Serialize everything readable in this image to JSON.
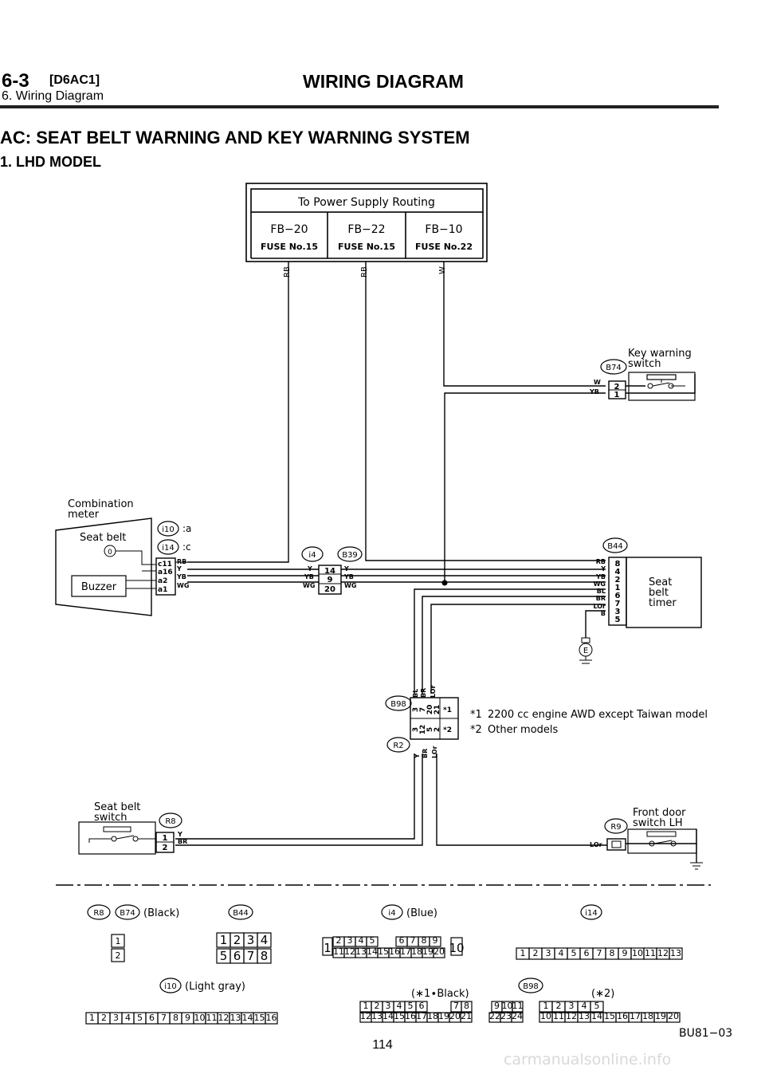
{
  "header": {
    "section": "6-3",
    "code": "[D6AC1]",
    "title": "WIRING DIAGRAM",
    "subtitle": "6. Wiring Diagram"
  },
  "section_title": "AC: SEAT BELT WARNING AND KEY WARNING SYSTEM",
  "section_sub": "1. LHD MODEL",
  "power": {
    "routing": "To Power Supply Routing",
    "fuses": [
      {
        "fb": "FB−20",
        "fuse": "FUSE No.15",
        "wire": "RB"
      },
      {
        "fb": "FB−22",
        "fuse": "FUSE No.15",
        "wire": "RB"
      },
      {
        "fb": "FB−10",
        "fuse": "FUSE No.22",
        "wire": "W"
      }
    ]
  },
  "components": {
    "key_switch": [
      "Key warning",
      "switch"
    ],
    "combination_meter": [
      "Combination",
      "meter"
    ],
    "seat_belt_ind": "Seat belt",
    "buzzer": "Buzzer",
    "seat_belt_timer": [
      "Seat",
      "belt",
      "timer"
    ],
    "seat_belt_switch": [
      "Seat belt",
      "switch"
    ],
    "front_door_switch": [
      "Front door",
      "switch LH"
    ]
  },
  "connectors": {
    "b74": "B74",
    "i10": "i10",
    "i14": "i14",
    "i4": "i4",
    "b39": "B39",
    "b44": "B44",
    "b98": "B98",
    "r2": "R2",
    "r8": "R8",
    "r9": "R9",
    "e": "E",
    "i10_suffix": ":a",
    "i14_suffix": ":c"
  },
  "wires": {
    "b74": [
      {
        "color": "W",
        "pin": "2"
      },
      {
        "color": "YB",
        "pin": "1"
      }
    ],
    "meter": [
      {
        "color": "RB",
        "pin": "c11"
      },
      {
        "color": "Y",
        "pin": "a16"
      },
      {
        "color": "YB",
        "pin": "a2"
      },
      {
        "color": "WG",
        "pin": "a1"
      }
    ],
    "i4_b39": [
      {
        "color": "Y",
        "pin": "14"
      },
      {
        "color": "YB",
        "pin": "9"
      },
      {
        "color": "WG",
        "pin": "20"
      }
    ],
    "b44": [
      {
        "color": "RB",
        "pin": "8"
      },
      {
        "color": "Y",
        "pin": "4"
      },
      {
        "color": "YB",
        "pin": "2"
      },
      {
        "color": "WG",
        "pin": "1"
      },
      {
        "color": "BL",
        "pin": "6"
      },
      {
        "color": "BR",
        "pin": "7"
      },
      {
        "color": "LOr",
        "pin": "3"
      },
      {
        "color": "B",
        "pin": "5"
      }
    ],
    "b98_top": [
      "BL",
      "BR",
      "LOr"
    ],
    "b98_pins_a": [
      "3",
      "7",
      "20",
      "21"
    ],
    "b98_pins_b": [
      "3",
      "12",
      "5",
      "2"
    ],
    "r2_wires": [
      "Y",
      "BR",
      "LOr"
    ],
    "r8": [
      {
        "color": "Y",
        "pin": "1"
      },
      {
        "color": "BR",
        "pin": "2"
      }
    ],
    "r9": "LOr"
  },
  "notes": [
    {
      "mark": "*1",
      "text": "2200 cc engine AWD except Taiwan model"
    },
    {
      "mark": "*2",
      "text": "Other models"
    }
  ],
  "legend": {
    "r8": "R8",
    "b74": "B74",
    "black": "(Black)",
    "b44": "B44",
    "i4": "i4",
    "blue": "(Blue)",
    "i14": "i14",
    "i10": "i10",
    "light_gray": "(Light gray)",
    "b98": "B98",
    "star1_black": "(∗1∙Black)",
    "star2": "(∗2)"
  },
  "figure_id": "BU81−03",
  "page_number": "114",
  "watermark": "carmanualsonline.info"
}
